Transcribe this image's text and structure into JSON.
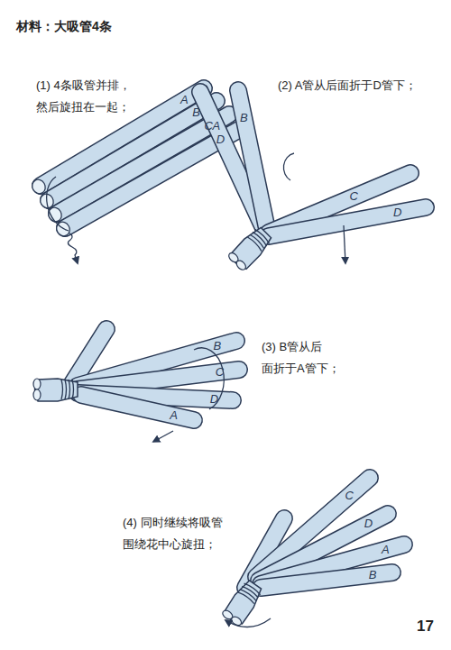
{
  "diagram": {
    "title": "材料：大吸管4条",
    "labels": [
      "(1) 4条吸管并排， 然后旋扭在一起；",
      "A",
      "B",
      "C",
      "D",
      "(2) A管从后面折于D管下；",
      "A",
      "B",
      "C",
      "D",
      "B",
      "C",
      "D",
      "(3) B管从后 面折于A管下；",
      "A",
      "(4) 同时继续将吸管 围绕花中心旋扭；",
      "C",
      "D",
      "A",
      "B",
      "17"
    ]
  }
}
